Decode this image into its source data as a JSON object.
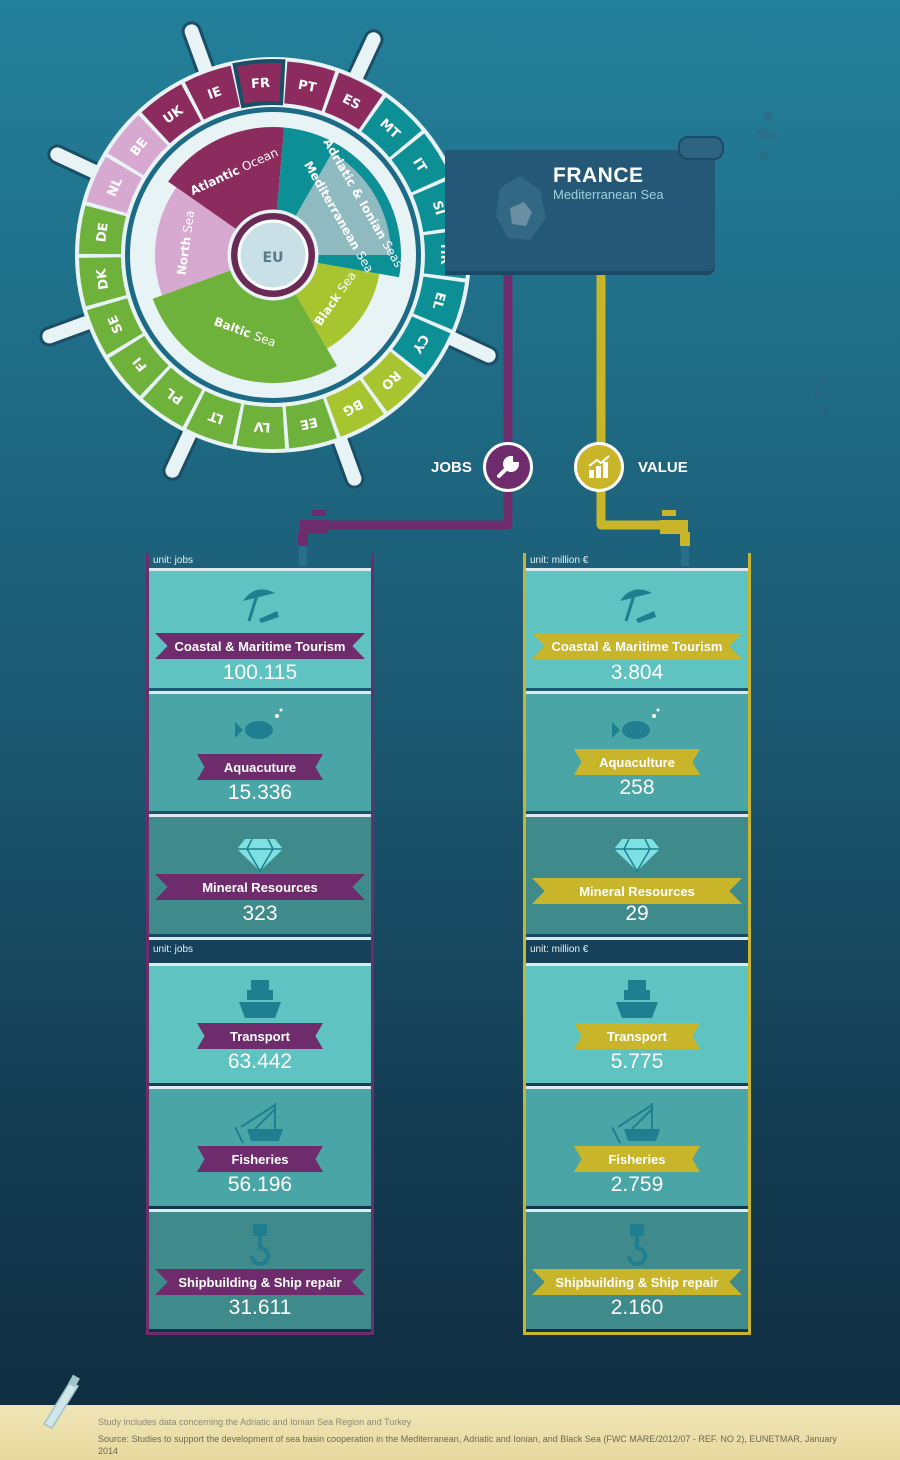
{
  "wheel": {
    "center_label": "EU",
    "inner": [
      {
        "name_bold": "Atlantic",
        "name_light": "Ocean",
        "color": "#8c2b5e"
      },
      {
        "name_bold": "North",
        "name_light": "Sea",
        "color": "#d7a9d0"
      },
      {
        "name_bold": "Baltic",
        "name_light": "Sea",
        "color": "#6fb23b"
      },
      {
        "name_bold": "Black",
        "name_light": "Sea",
        "color": "#a8c42e"
      },
      {
        "name_bold": "Mediterranean",
        "name_light": "Sea",
        "color": "#0c8f95"
      },
      {
        "name_bold": "Adriatic & Ionian",
        "name_light": "Seas",
        "color": "#8fbac0"
      }
    ],
    "countries": [
      "FR",
      "PT",
      "ES",
      "MT",
      "IT",
      "SI",
      "HR",
      "EL",
      "CY",
      "RO",
      "BG",
      "EE",
      "LV",
      "LT",
      "PL",
      "FI",
      "SE",
      "DK",
      "DE",
      "NL",
      "BE",
      "UK",
      "IE"
    ]
  },
  "selected": {
    "country": "FRANCE",
    "sea": "Mediterranean Sea"
  },
  "jobs": {
    "label": "JOBS",
    "unit_top": "unit: jobs",
    "unit_bottom": "unit: jobs",
    "items": [
      {
        "name": "Coastal & Maritime Tourism",
        "value": "100.115"
      },
      {
        "name": "Aquacuture",
        "value": "15.336"
      },
      {
        "name": "Mineral Resources",
        "value": "323"
      },
      {
        "name": "Transport",
        "value": "63.442"
      },
      {
        "name": "Fisheries",
        "value": "56.196"
      },
      {
        "name": "Shipbuilding & Ship repair",
        "value": "31.611"
      }
    ]
  },
  "value": {
    "label": "VALUE",
    "unit_top": "unit: million €",
    "unit_bottom": "unit: million €",
    "items": [
      {
        "name": "Coastal & Maritime Tourism",
        "value": "3.804"
      },
      {
        "name": "Aquaculture",
        "value": "258"
      },
      {
        "name": "Mineral Resources",
        "value": "29"
      },
      {
        "name": "Transport",
        "value": "5.775"
      },
      {
        "name": "Fisheries",
        "value": "2.759"
      },
      {
        "name": "Shipbuilding & Ship repair",
        "value": "2.160"
      }
    ]
  },
  "footer": {
    "note": "Study includes data concerning the Adriatic and Ionian Sea Region and Turkey",
    "source": "Source: Studies to support the development of sea basin cooperation in the Mediterranean, Adriatic and Ionian, and Black Sea (FWC MARE/2012/07 - REF. NO 2), EUNETMAR, January 2014"
  },
  "colors": {
    "purple": "#6e2c6d",
    "gold": "#c8b52a",
    "atlantic": "#8c2b5e",
    "baltic": "#6fb23b",
    "mediterranean": "#0c8f95"
  }
}
